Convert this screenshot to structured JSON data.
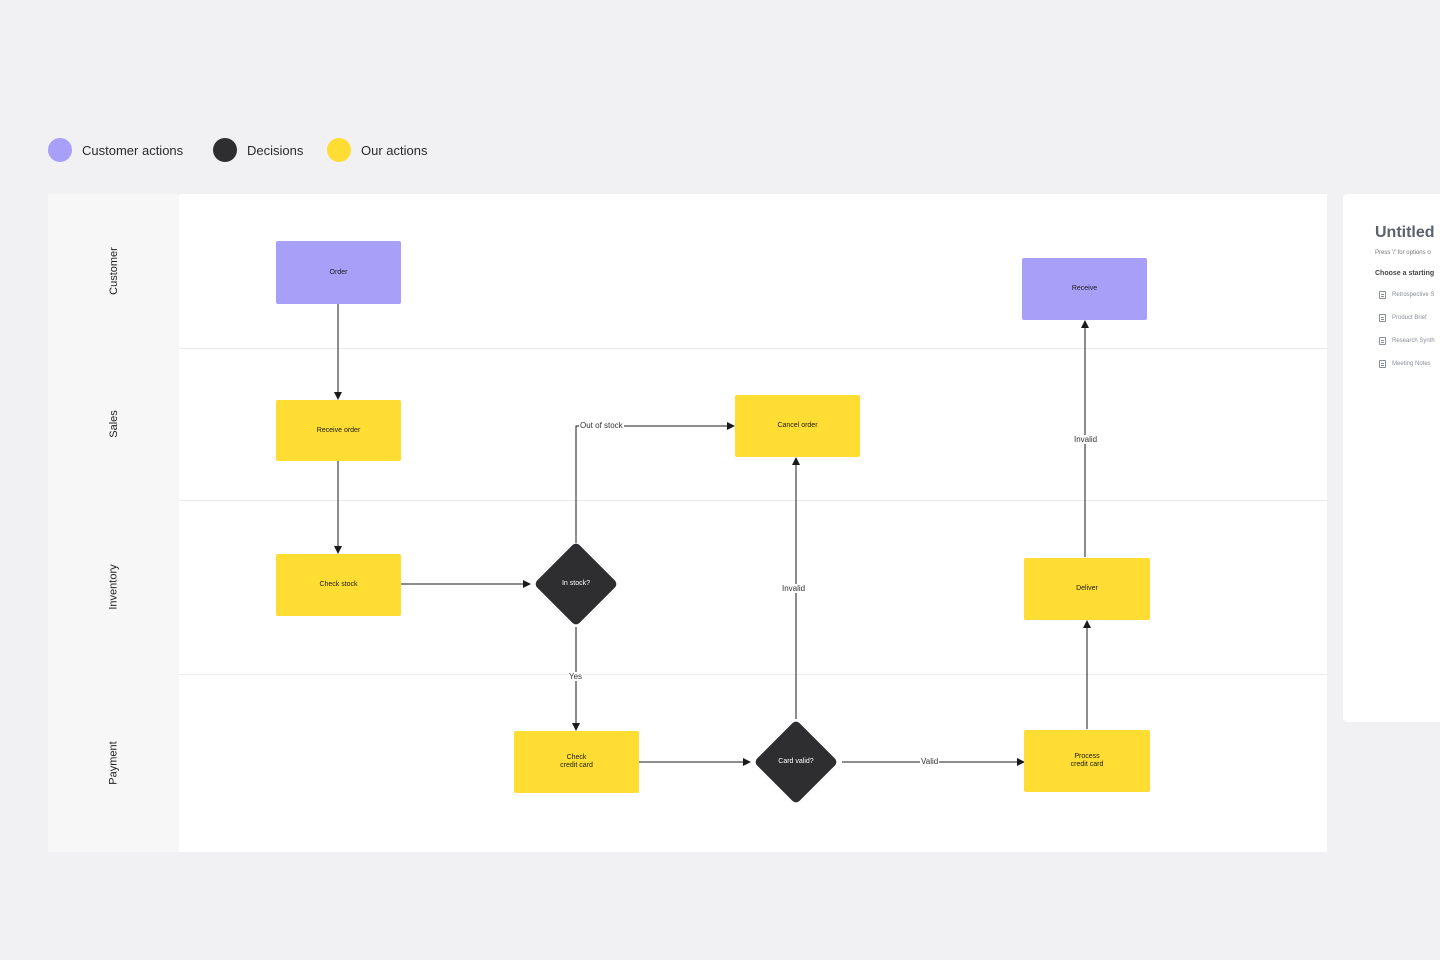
{
  "colors": {
    "customer": "#a89ff8",
    "decision": "#2e2e30",
    "ours": "#ffdd33",
    "canvas": "#f1f1f3",
    "board": "#ffffff",
    "lane_header": "#f7f7f7"
  },
  "legend": [
    {
      "label": "Customer actions",
      "color": "#a89ff8"
    },
    {
      "label": "Decisions",
      "color": "#2e2e30"
    },
    {
      "label": "Our actions",
      "color": "#ffdd33"
    }
  ],
  "lanes": [
    "Customer",
    "Sales",
    "Inventory",
    "Payment"
  ],
  "nodes": {
    "order": "Order",
    "receive_order": "Receive order",
    "check_stock": "Check stock",
    "in_stock": "In stock?",
    "cancel_order": "Cancel order",
    "check_card": "Check\ncredit card",
    "card_valid": "Card valid?",
    "process_card": "Process\ncredit card",
    "deliver": "Deliver",
    "receive": "Receive"
  },
  "edge_labels": {
    "out_of_stock": "Out of stock",
    "yes": "Yes",
    "invalid_card": "Invalid",
    "valid": "Valid",
    "invalid_top": "Invalid"
  },
  "panel": {
    "title": "Untitled",
    "hint": "Press '/' for options o",
    "choose": "Choose a starting",
    "templates": [
      "Retrospective S",
      "Product Brief",
      "Research Synth",
      "Meeting Notes"
    ]
  }
}
